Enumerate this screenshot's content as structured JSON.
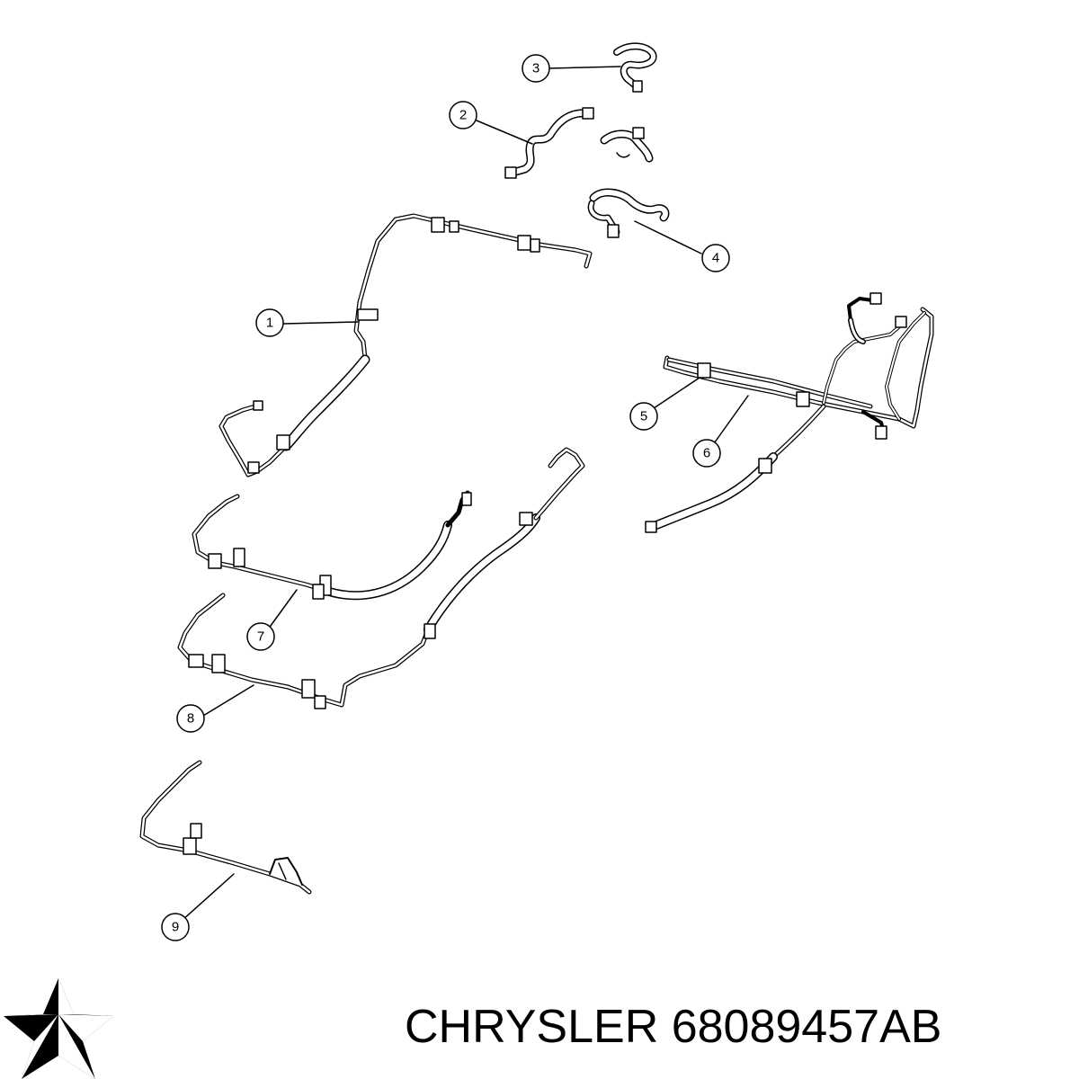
{
  "callouts": [
    "1",
    "2",
    "3",
    "4",
    "5",
    "6",
    "7",
    "8",
    "9"
  ],
  "footer": {
    "brand": "CHRYSLER",
    "part_number": "68089457AB"
  },
  "logo_icon": "chrysler-pentastar-icon",
  "colors": {
    "line": "#000000",
    "background": "#ffffff",
    "callout_fill": "#ffffff"
  }
}
